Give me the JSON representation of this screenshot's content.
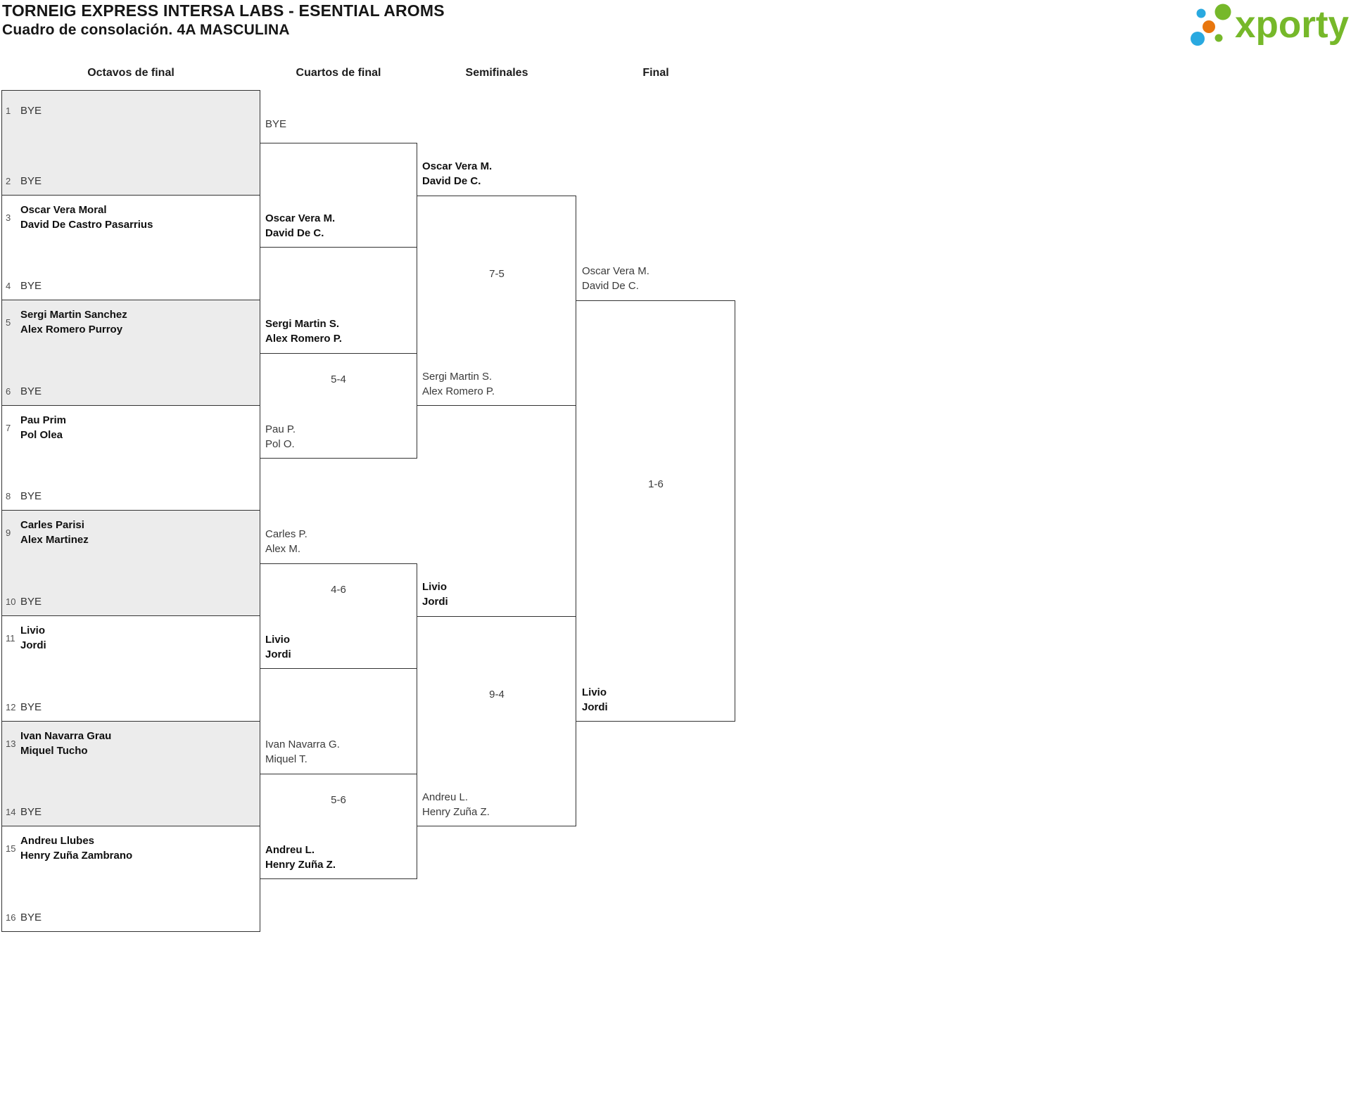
{
  "header": {
    "title": "TORNEIG EXPRESS INTERSA LABS - ESENTIAL AROMS",
    "subtitle": "Cuadro de consolación. 4A MASCULINA",
    "logo_text": "xporty",
    "logo_colors": {
      "green": "#76b82a",
      "blue": "#29a9e0",
      "orange": "#e8760d"
    }
  },
  "columns": [
    "Octavos de final",
    "Cuartos de final",
    "Semifinales",
    "Final"
  ],
  "rounds": {
    "octavos": [
      {
        "seed": "1",
        "lines": [
          "BYE"
        ],
        "bold": false
      },
      {
        "seed": "2",
        "lines": [
          "BYE"
        ],
        "bold": false
      },
      {
        "seed": "3",
        "lines": [
          "Oscar Vera Moral",
          "David De Castro Pasarrius"
        ],
        "bold": true
      },
      {
        "seed": "4",
        "lines": [
          "BYE"
        ],
        "bold": false
      },
      {
        "seed": "5",
        "lines": [
          "Sergi Martin Sanchez",
          "Alex Romero Purroy"
        ],
        "bold": true
      },
      {
        "seed": "6",
        "lines": [
          "BYE"
        ],
        "bold": false
      },
      {
        "seed": "7",
        "lines": [
          "Pau Prim",
          "Pol Olea"
        ],
        "bold": true
      },
      {
        "seed": "8",
        "lines": [
          "BYE"
        ],
        "bold": false
      },
      {
        "seed": "9",
        "lines": [
          "Carles Parisi",
          "Alex Martinez"
        ],
        "bold": true
      },
      {
        "seed": "10",
        "lines": [
          "BYE"
        ],
        "bold": false
      },
      {
        "seed": "11",
        "lines": [
          "Livio",
          "Jordi"
        ],
        "bold": true
      },
      {
        "seed": "12",
        "lines": [
          "BYE"
        ],
        "bold": false
      },
      {
        "seed": "13",
        "lines": [
          "Ivan Navarra Grau",
          "Miquel Tucho"
        ],
        "bold": true
      },
      {
        "seed": "14",
        "lines": [
          "BYE"
        ],
        "bold": false
      },
      {
        "seed": "15",
        "lines": [
          "Andreu Llubes",
          "Henry Zuña Zambrano"
        ],
        "bold": true
      },
      {
        "seed": "16",
        "lines": [
          "BYE"
        ],
        "bold": false
      }
    ],
    "cuartos": [
      {
        "top": {
          "lines": [
            "BYE"
          ],
          "bold": false
        },
        "bottom": {
          "lines": [
            "Oscar Vera M.",
            "David De C."
          ],
          "bold": true
        },
        "score": ""
      },
      {
        "top": {
          "lines": [
            "Sergi Martin S.",
            "Alex Romero P."
          ],
          "bold": true
        },
        "bottom": {
          "lines": [
            "Pau P.",
            "Pol O."
          ],
          "bold": false
        },
        "score": "5-4"
      },
      {
        "top": {
          "lines": [
            "Carles P.",
            "Alex M."
          ],
          "bold": false
        },
        "bottom": {
          "lines": [
            "Livio",
            "Jordi"
          ],
          "bold": true
        },
        "score": "4-6"
      },
      {
        "top": {
          "lines": [
            "Ivan Navarra G.",
            "Miquel T."
          ],
          "bold": false
        },
        "bottom": {
          "lines": [
            "Andreu L.",
            "Henry Zuña Z."
          ],
          "bold": true
        },
        "score": "5-6"
      }
    ],
    "semifinales": [
      {
        "top": {
          "lines": [
            "Oscar Vera M.",
            "David De C."
          ],
          "bold": true
        },
        "bottom": {
          "lines": [
            "Sergi Martin S.",
            "Alex Romero P."
          ],
          "bold": false
        },
        "score": "7-5"
      },
      {
        "top": {
          "lines": [
            "Livio",
            "Jordi"
          ],
          "bold": true
        },
        "bottom": {
          "lines": [
            "Andreu L.",
            "Henry Zuña Z."
          ],
          "bold": false
        },
        "score": "9-4"
      }
    ],
    "final": [
      {
        "top": {
          "lines": [
            "Oscar Vera M.",
            "David De C."
          ],
          "bold": false
        },
        "bottom": {
          "lines": [
            "Livio",
            "Jordi"
          ],
          "bold": true
        },
        "score": "1-6"
      }
    ]
  }
}
